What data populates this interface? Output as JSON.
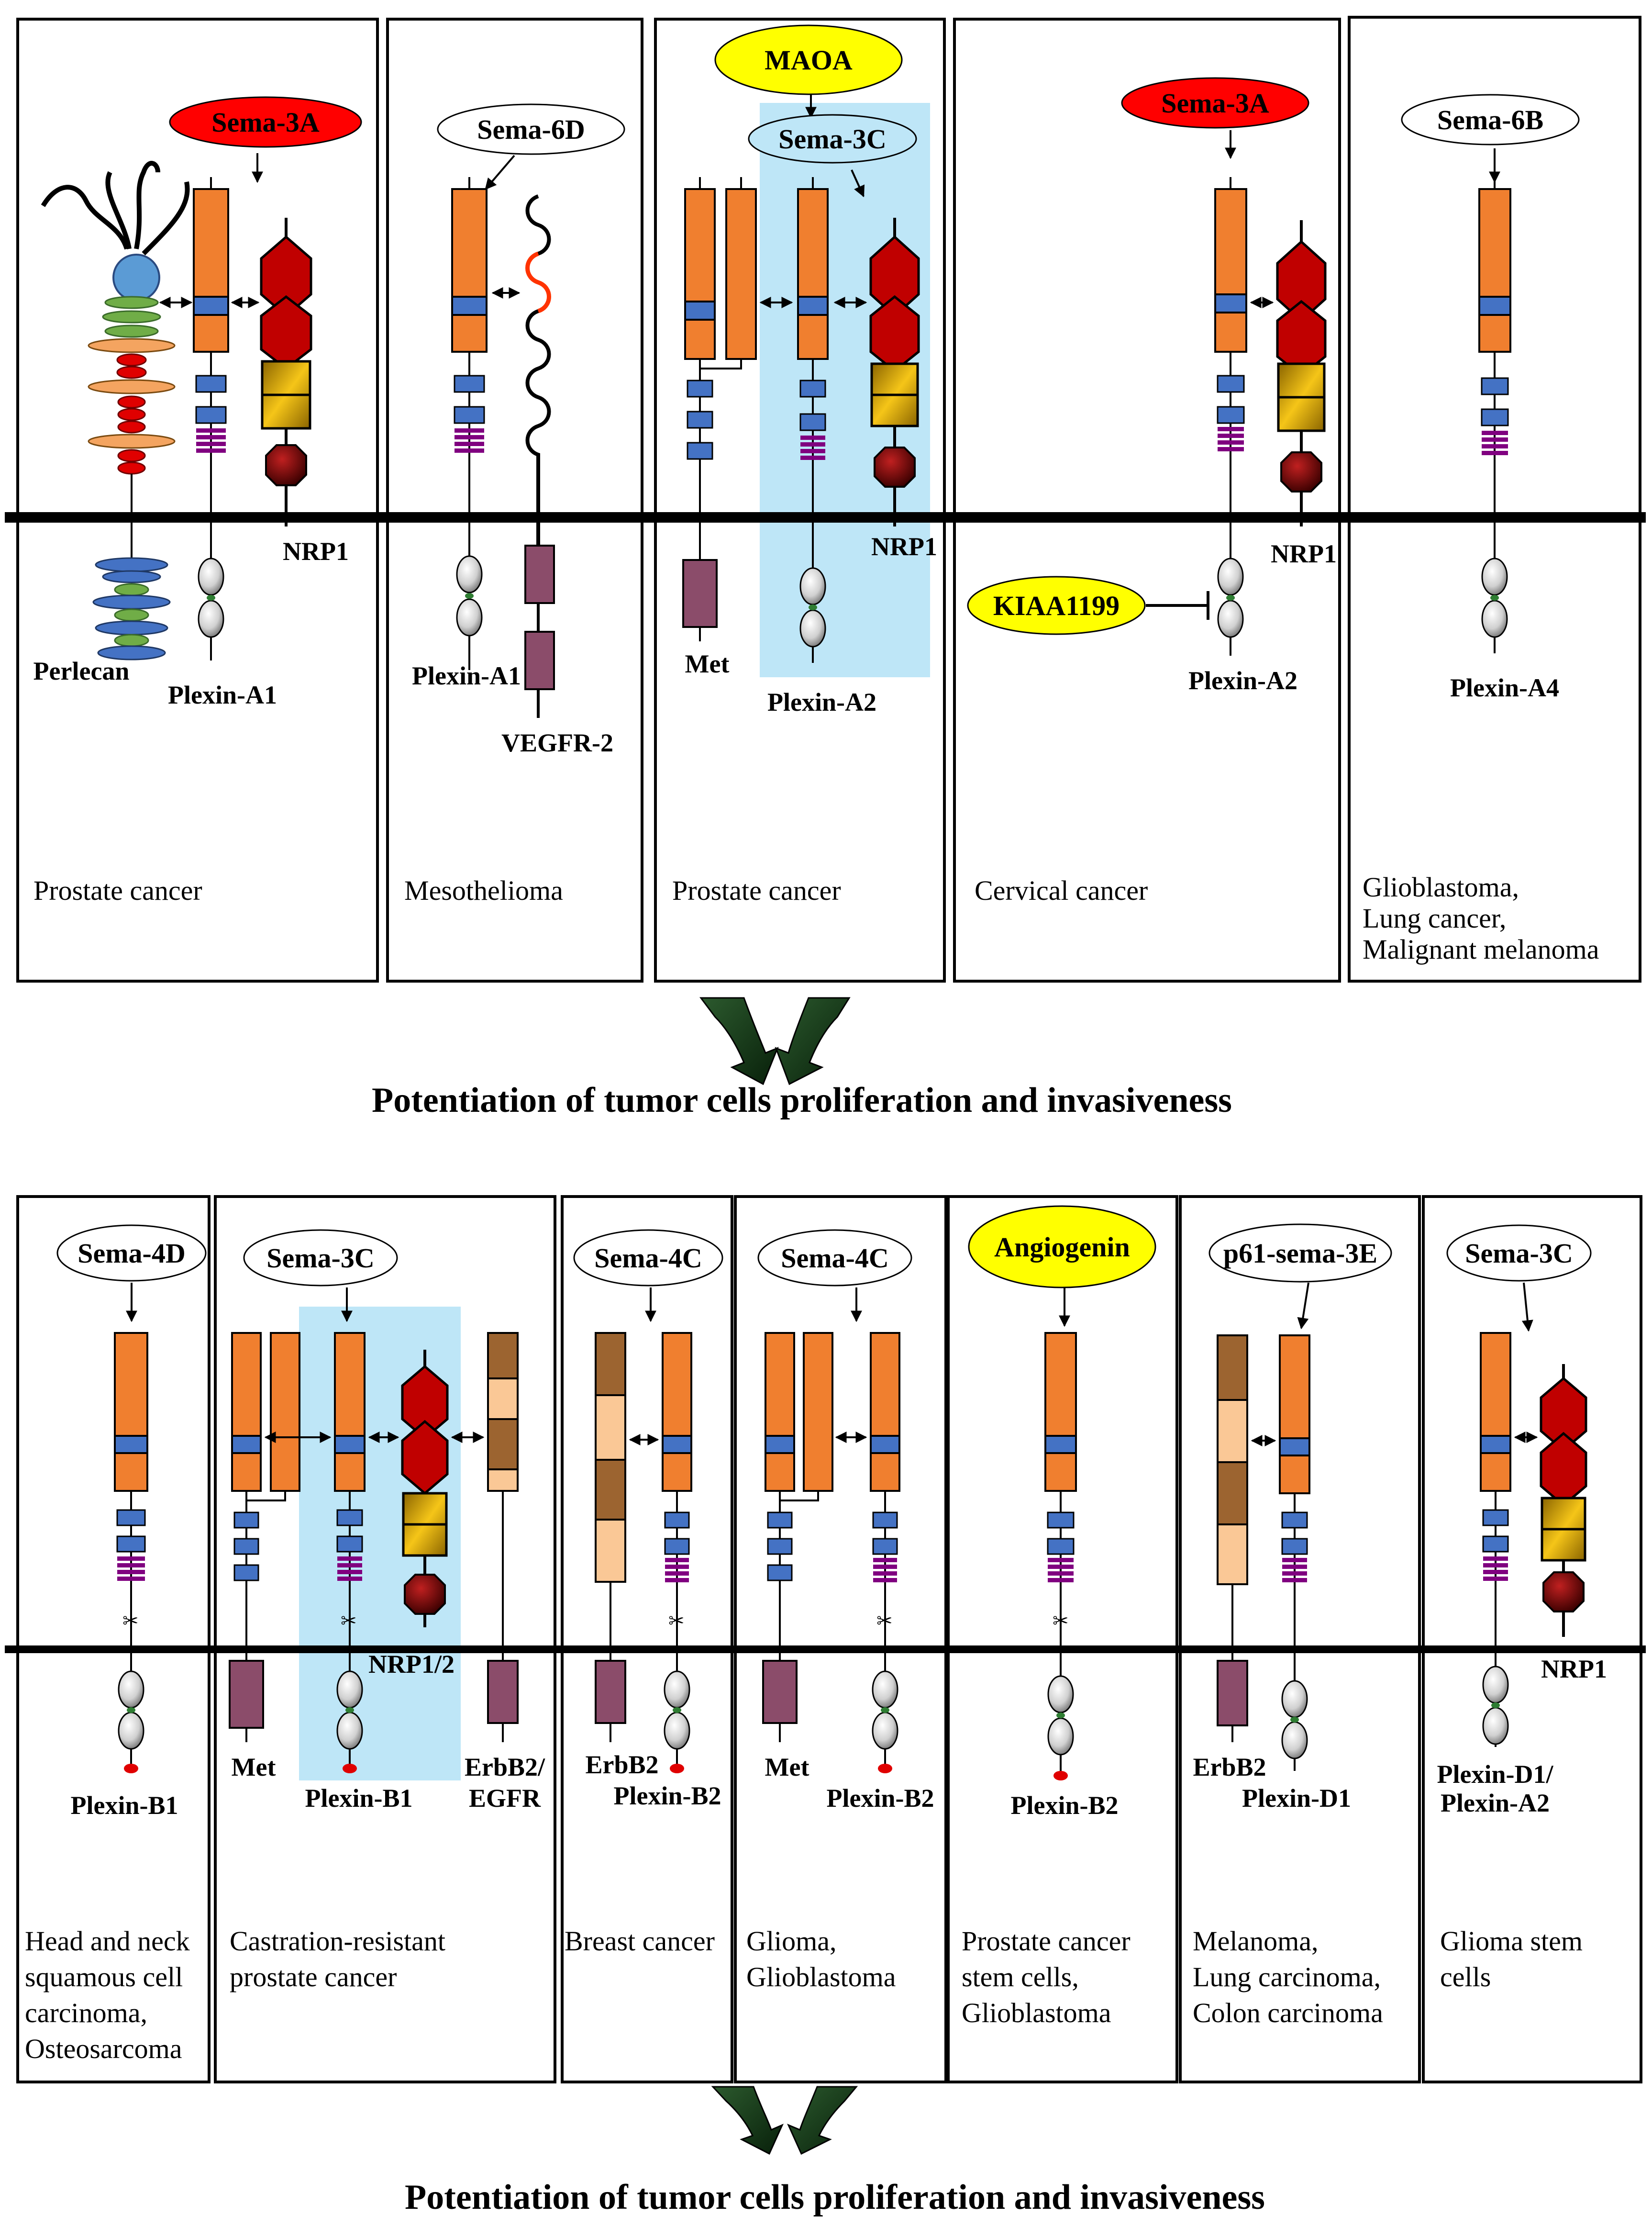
{
  "colors": {
    "semaphorin_body": "#F07F2F",
    "psi_domain": "#4472C4",
    "ipt_stripes": "#800080",
    "nrp_hexagon": "#C00000",
    "nrp_square": "#D4A017",
    "nrp_octagon": "#7F0000",
    "receptor_kinase": "#8B4C6A",
    "erbb2_dark": "#9C6430",
    "erbb2_light": "#FAC896",
    "highlight_box": "#BEE6F7",
    "arrow_green": "#0F2E12",
    "membrane": "#000000",
    "ligand_red": "#FF0000",
    "ligand_yellow": "#FFFF00"
  },
  "row1": {
    "panels": [
      {
        "ligand": "Sema-3A",
        "ligand_fill": "red",
        "labels": [
          "Perlecan",
          "Plexin-A1",
          "NRP1"
        ],
        "disease": [
          "Prostate cancer"
        ]
      },
      {
        "ligand": "Sema-6D",
        "ligand_fill": "white",
        "labels": [
          "Plexin-A1",
          "VEGFR-2"
        ],
        "disease": [
          "Mesothelioma"
        ]
      },
      {
        "ligand": "Sema-3C",
        "ligand_fill": "white",
        "modulator": "MAOA",
        "labels": [
          "Met",
          "Plexin-A2",
          "NRP1"
        ],
        "disease": [
          "Prostate cancer"
        ]
      },
      {
        "ligand": "Sema-3A",
        "ligand_fill": "red",
        "modulator": "KIAA1199",
        "labels": [
          "Plexin-A2",
          "NRP1"
        ],
        "disease": [
          "Cervical cancer"
        ]
      },
      {
        "ligand": "Sema-6B",
        "ligand_fill": "white",
        "labels": [
          "Plexin-A4"
        ],
        "disease": [
          "Glioblastoma,",
          "Lung cancer,",
          "Malignant melanoma"
        ]
      }
    ],
    "result": "Potentiation of tumor cells proliferation and invasiveness"
  },
  "row2": {
    "panels": [
      {
        "ligand": "Sema-4D",
        "labels": [
          "Plexin-B1"
        ],
        "disease": [
          "Head and neck",
          "squamous cell",
          "carcinoma,",
          "Osteosarcoma"
        ]
      },
      {
        "ligand": "Sema-3C",
        "labels": [
          "Met",
          "Plexin-B1",
          "NRP1/2",
          "ErbB2/",
          "EGFR"
        ],
        "disease": [
          "Castration-resistant",
          "prostate cancer"
        ]
      },
      {
        "ligand": "Sema-4C",
        "labels": [
          "ErbB2",
          "Plexin-B2"
        ],
        "disease": [
          "Breast cancer"
        ]
      },
      {
        "ligand": "Sema-4C",
        "labels": [
          "Met",
          "Plexin-B2"
        ],
        "disease": [
          "Glioma,",
          "Glioblastoma"
        ]
      },
      {
        "ligand": "Angiogenin",
        "ligand_fill": "yellow",
        "labels": [
          "Plexin-B2"
        ],
        "disease": [
          "Prostate cancer",
          "stem cells,",
          "Glioblastoma"
        ]
      },
      {
        "ligand": "p61-sema-3E",
        "labels": [
          "ErbB2",
          "Plexin-D1"
        ],
        "disease": [
          "Melanoma,",
          "Lung carcinoma,",
          "Colon carcinoma"
        ]
      },
      {
        "ligand": "Sema-3C",
        "labels": [
          "Plexin-D1/",
          "Plexin-A2",
          "NRP1"
        ],
        "disease": [
          "Glioma stem",
          "cells"
        ]
      }
    ],
    "result": "Potentiation of tumor cells proliferation and invasiveness"
  }
}
